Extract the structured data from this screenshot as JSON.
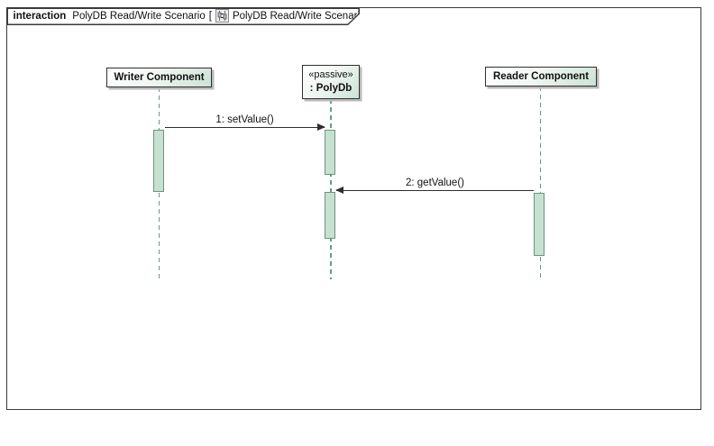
{
  "frame": {
    "kind": "interaction",
    "name": "PolyDB Read/Write Scenario",
    "ref_open": "[",
    "ref_name": "PolyDB Read/Write Scenario",
    "ref_close": "]",
    "icon": "sequence-diagram-icon"
  },
  "lifelines": [
    {
      "label": "Writer Component"
    },
    {
      "stereotype": "«passive»",
      "label": ": PolyDb"
    },
    {
      "label": "Reader Component"
    }
  ],
  "messages": [
    {
      "label": "1: setValue()"
    },
    {
      "label": "2: getValue()"
    }
  ],
  "colors": {
    "frame_border": "#3a3a3a",
    "activation_fill": "#c6e0d1",
    "activation_border": "#6e937f",
    "lifeline_dash": "#68998d",
    "header_fill_start": "#ffffff",
    "header_fill_end": "#cbe2d4",
    "header_shadow": "#b9b9b9",
    "message_line": "#2e2e2e",
    "text": "#111111"
  }
}
